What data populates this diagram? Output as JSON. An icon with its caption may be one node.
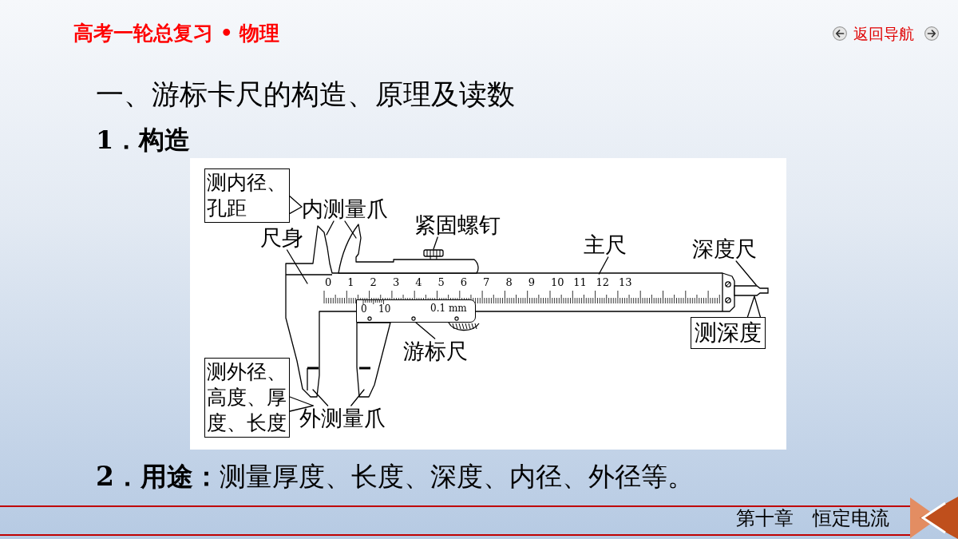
{
  "diagram": {
    "title": "一、游标卡尺的构造、原理及读数",
    "nodes": [
      {
        "text": [
          "测内径、孔距"
        ]
      },
      {
        "text": [
          "内测量爪"
        ]
      },
      {
        "text": [
          "紧固螺钉"
        ]
      },
      {
        "text": [
          "尺身"
        ]
      },
      {
        "text": [
          "主尺"
        ]
      },
      {
        "text": [
          "深度尺"
        ]
      },
      {
        "text": [],
        "shape": "box"
      },
      {
        "text": [
          "0",
          "1",
          "2",
          "3",
          "4",
          "5",
          "6",
          "7",
          "8",
          "9",
          "10",
          "11",
          "12",
          "13"
        ]
      },
      {
        "text": [],
        "shape": "bar"
      },
      {
        "text": [
          "0",
          "10",
          "0.1 mm"
        ]
      },
      {
        "text": [
          "测深度"
        ]
      },
      {
        "text": [
          "游标尺"
        ]
      },
      {
        "text": [
          "测外径、高度、厚度、长度"
        ]
      },
      {
        "text": [
          "外测量爪"
        ]
      }
    ],
    "edges": [
      {
        "from": 0,
        "to": 1,
        "arrow": "none"
      },
      {
        "from": 1,
        "to": null,
        "arrow": "none"
      },
      {
        "from": 1,
        "to": null,
        "arrow": "none"
      },
      {
        "from": 2,
        "to": 6,
        "arrow": "none"
      },
      {
        "from": 3,
        "to": null,
        "arrow": "none"
      },
      {
        "from": 4,
        "to": 7,
        "arrow": "none"
      },
      {
        "from": 5,
        "to": 8,
        "arrow": "none"
      },
      {
        "from": 10,
        "to": 8,
        "arrow": "none"
      },
      {
        "from": 11,
        "to": 9,
        "arrow": "none"
      },
      {
        "from": 12,
        "to": 13,
        "arrow": "none"
      },
      {
        "from": 13,
        "to": null,
        "arrow": "none"
      },
      {
        "from": 13,
        "to": null,
        "arrow": "none"
      }
    ],
    "labels": [
      "高考一轮总复习 • 物理",
      "返回导航",
      "1．构造",
      "**2．用途：**测量厚度、长度、深度、内径、外径等。",
      "第十章　恒定电流"
    ]
  }
}
